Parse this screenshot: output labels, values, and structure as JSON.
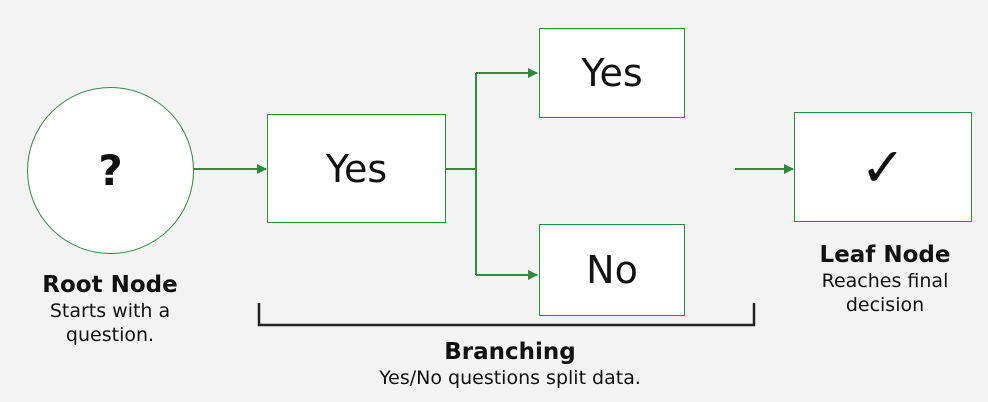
{
  "colors": {
    "accent": "#2e8b3e",
    "background": "#f3f3f3",
    "box_fill": "#ffffff",
    "text": "#111111"
  },
  "nodes": {
    "root": {
      "symbol": "?"
    },
    "branch": {
      "label": "Yes"
    },
    "yes": {
      "label": "Yes"
    },
    "no": {
      "label": "No"
    },
    "leaf": {
      "symbol": "✓"
    }
  },
  "captions": {
    "root": {
      "title": "Root Node",
      "desc_line1": "Starts with a",
      "desc_line2": "question."
    },
    "branching": {
      "title": "Branching",
      "desc": "Yes/No questions split data."
    },
    "leaf": {
      "title": "Leaf Node",
      "desc_line1": "Reaches final",
      "desc_line2": "decision"
    }
  }
}
